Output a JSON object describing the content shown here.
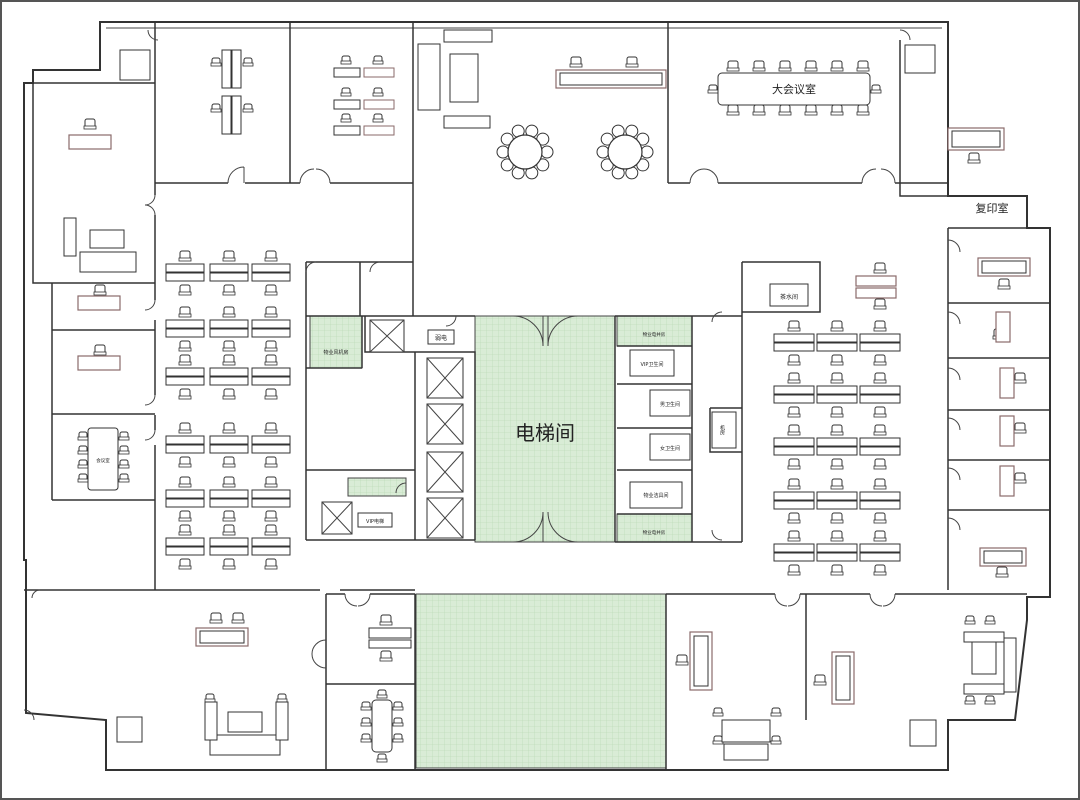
{
  "labels": {
    "elevator_hall": "电梯间",
    "big_meeting_room": "大会议室",
    "copy_room": "复印室",
    "tea_room": "茶水间",
    "weak_current": "弱电",
    "fan_room": "物业风机房",
    "vip_restroom": "VIP卫生间",
    "mens_restroom": "男卫生间",
    "womens_restroom": "女卫生间",
    "cleaning_room": "物业洁具间",
    "property_power_top": "物业电井房",
    "property_power_bottom": "物业电井房",
    "machine_room": "机房",
    "vip_elevator": "VIP电梯",
    "small_meeting": "会议室"
  },
  "colors": {
    "wall": "#333333",
    "hatch_fill": "#d9ecd6",
    "hatch_line": "#9cc59a",
    "background": "#ffffff",
    "desk_accent": "#8a6a6a"
  }
}
